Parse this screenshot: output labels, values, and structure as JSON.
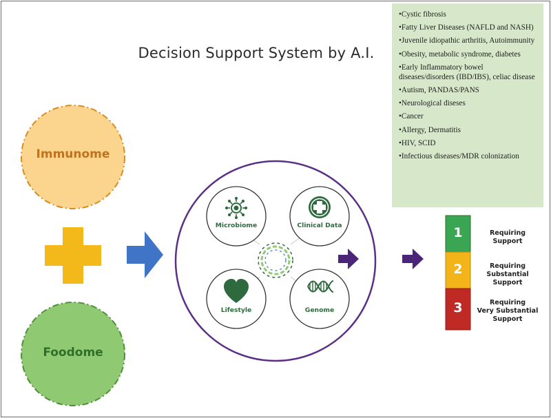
{
  "title": "Decision Support System by A.I.",
  "inputs": {
    "immunome": "Immunome",
    "foodome": "Foodome"
  },
  "hub": {
    "microbiome": "Microbiome",
    "clinical_data": "Clinical Data",
    "lifestyle": "Lifestyle",
    "genome": "Genome"
  },
  "conditions": [
    "•Cystic fibrosis",
    "•Fatty Liver Diseases (NAFLD and NASH)",
    "•Juvenile idiopathic arthritis, Autoimmunity",
    "•Obesity, metabolic syndrome, diabetes",
    "•Early Inflammatory bowel diseases/disorders (IBD/IBS), celiac disease",
    "•Autism, PANDAS/PANS",
    "•Neurological diseses",
    "•Cancer",
    "•Allergy, Dermatitis",
    "•HIV, SCID",
    "•Infectious diseases/MDR colonization"
  ],
  "support_levels": [
    {
      "number": "1",
      "label_line1": "Requiring Support",
      "label_line2": "",
      "label_line3": "",
      "color": "#3aa553"
    },
    {
      "number": "2",
      "label_line1": "Requiring",
      "label_line2": "Substantial Support",
      "label_line3": "",
      "color": "#f2b418"
    },
    {
      "number": "3",
      "label_line1": "Requiring",
      "label_line2": "Very Substantial",
      "label_line3": "Support",
      "color": "#bf2a25"
    }
  ],
  "colors": {
    "immunome_fill": "#fbd58e",
    "immunome_border": "#d88a23",
    "immunome_text": "#c0731f",
    "foodome_fill": "#8fca72",
    "foodome_border": "#4f8f3a",
    "foodome_text": "#2f6f26",
    "plus": "#f3b81a",
    "blue_arrow": "#3f74c6",
    "purple": "#5b2f86",
    "icon_green": "#2f6a3f",
    "list_bg": "#d6e8c9"
  }
}
